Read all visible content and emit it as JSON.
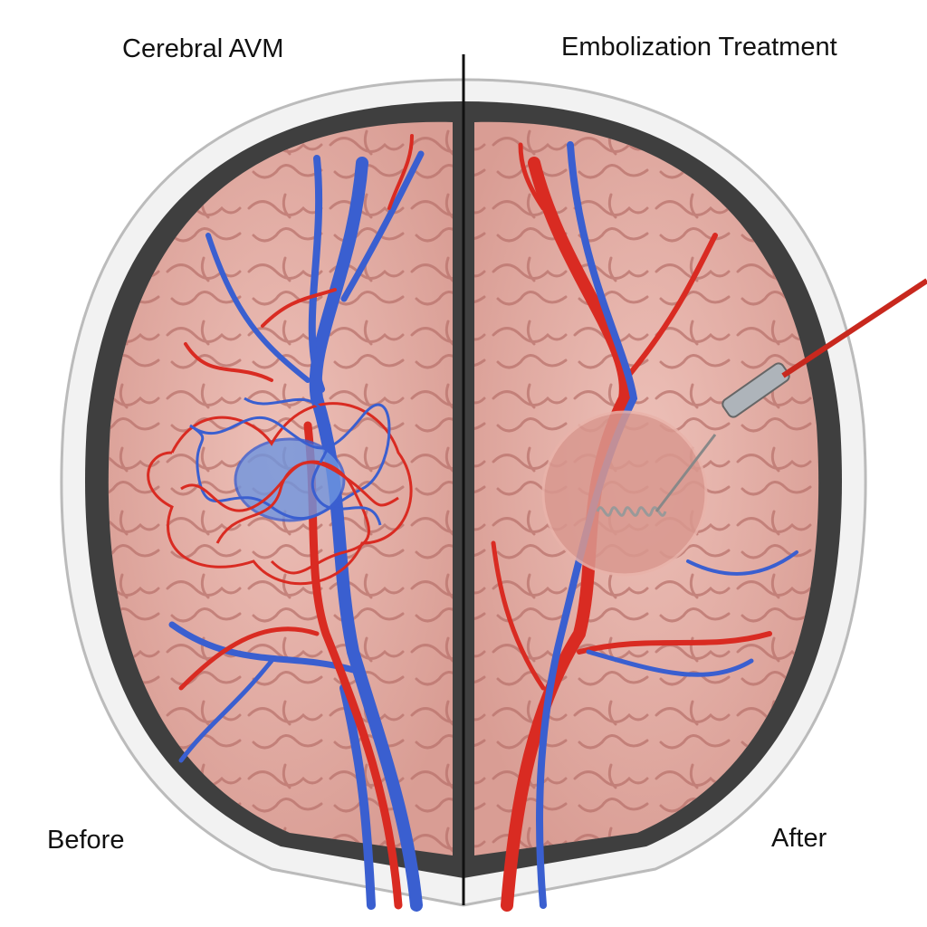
{
  "titles": {
    "left": "Cerebral AVM",
    "right": "Embolization Treatment"
  },
  "captions": {
    "before": "Before",
    "after": "After"
  },
  "colors": {
    "artery": "#d92b22",
    "vein": "#3a5fd0",
    "brain": "#e8b4ad",
    "brain_fold": "#b9736c",
    "skull_outer": "#e6e6e6",
    "skull_inner": "#4a4a4a",
    "catheter": "#c8281e"
  }
}
